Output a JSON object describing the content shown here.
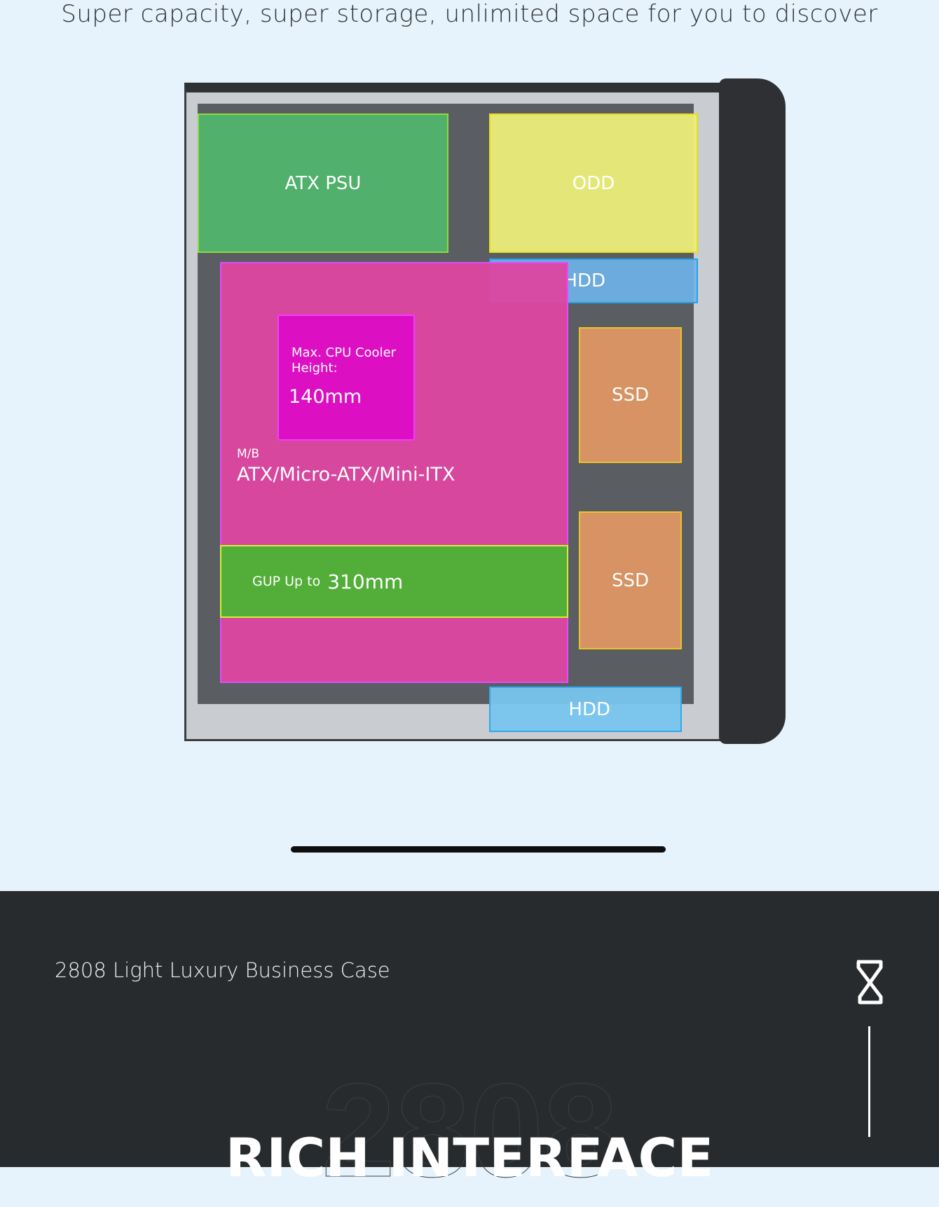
{
  "header": {
    "title": "Super capacity, super storage, unlimited space for you to discover"
  },
  "diagram": {
    "psu": "ATX PSU",
    "odd": "ODD",
    "hdd_top": "HDD",
    "cpu_label": "Max. CPU Cooler Height:",
    "cpu_value": "140mm",
    "mb_label": "M/B",
    "mb_value": "ATX/Micro-ATX/Mini-ITX",
    "gpu_label": "GUP Up to",
    "gpu_value": "310mm",
    "ssd_1": "SSD",
    "ssd_2": "SSD",
    "hdd_bottom": "HDD"
  },
  "section": {
    "subtitle": "2808 Light Luxury Business Case",
    "watermark": "2808",
    "heading": "RICH INTERFACE"
  }
}
